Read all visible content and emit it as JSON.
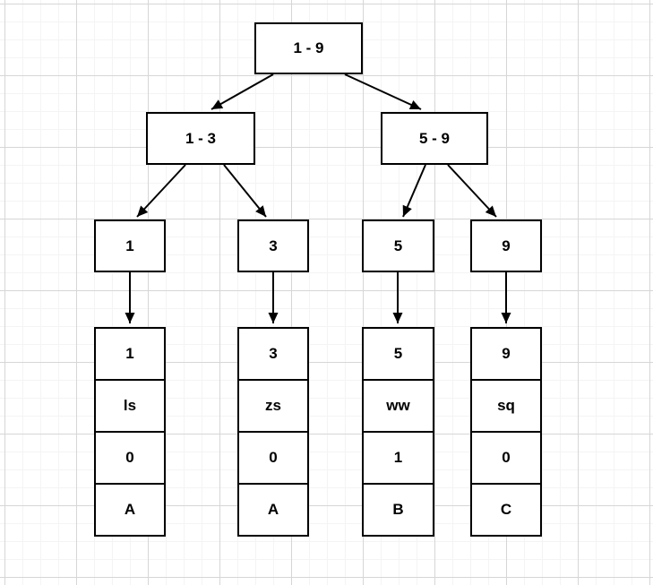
{
  "canvas": {
    "background_color": "#ffffff",
    "grid_minor_color": "#f4f4f4",
    "grid_major_color": "#d6d6d6",
    "shape_stroke_color": "#000000",
    "shape_fill_color": "#ffffff",
    "text_color": "#000000"
  },
  "tree": {
    "root": {
      "label": "1 - 9"
    },
    "branches": [
      {
        "label": "1 - 3"
      },
      {
        "label": "5 - 9"
      }
    ],
    "leaves": [
      {
        "label": "1"
      },
      {
        "label": "3"
      },
      {
        "label": "5"
      },
      {
        "label": "9"
      }
    ],
    "records": [
      {
        "cells": [
          "1",
          "ls",
          "0",
          "A"
        ]
      },
      {
        "cells": [
          "3",
          "zs",
          "0",
          "A"
        ]
      },
      {
        "cells": [
          "5",
          "ww",
          "1",
          "B"
        ]
      },
      {
        "cells": [
          "9",
          "sq",
          "0",
          "C"
        ]
      }
    ]
  }
}
